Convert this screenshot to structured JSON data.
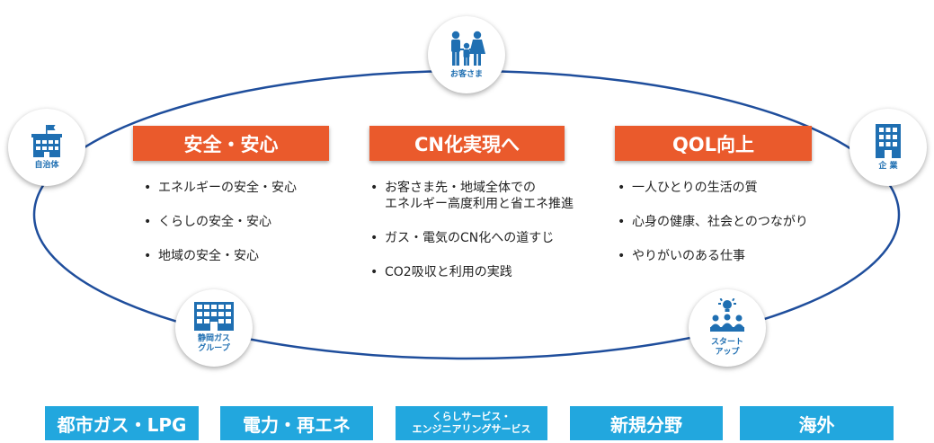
{
  "nodes": {
    "customers": {
      "label": "お客さま",
      "icon": "family-icon"
    },
    "municipality": {
      "label": "自治体",
      "icon": "city-hall-icon"
    },
    "company": {
      "label": "企 業",
      "icon": "office-building-icon"
    },
    "group": {
      "label": "静岡ガス\nグループ",
      "icon": "building-icon"
    },
    "startup": {
      "label": "スタート\nアップ",
      "icon": "team-idea-icon"
    }
  },
  "pillars": [
    {
      "title": "安全・安心",
      "items": [
        "エネルギーの安全・安心",
        "くらしの安全・安心",
        "地域の安全・安心"
      ]
    },
    {
      "title": "CN化実現へ",
      "items": [
        "お客さま先・地域全体での\nエネルギー高度利用と省エネ推進",
        "ガス・電気のCN化への道すじ",
        "CO2吸収と利用の実践"
      ]
    },
    {
      "title": "QOL向上",
      "items": [
        "一人ひとりの生活の質",
        "心身の健康、社会とのつながり",
        "やりがいのある仕事"
      ]
    }
  ],
  "businesses": [
    "都市ガス・LPG",
    "電力・再エネ",
    "くらしサービス・\nエンジニアリングサービス",
    "新規分野",
    "海外"
  ],
  "colors": {
    "header": "#ea5a2c",
    "business": "#22a7de",
    "ring": "#1f4e9c",
    "icon": "#1f6fb2"
  }
}
